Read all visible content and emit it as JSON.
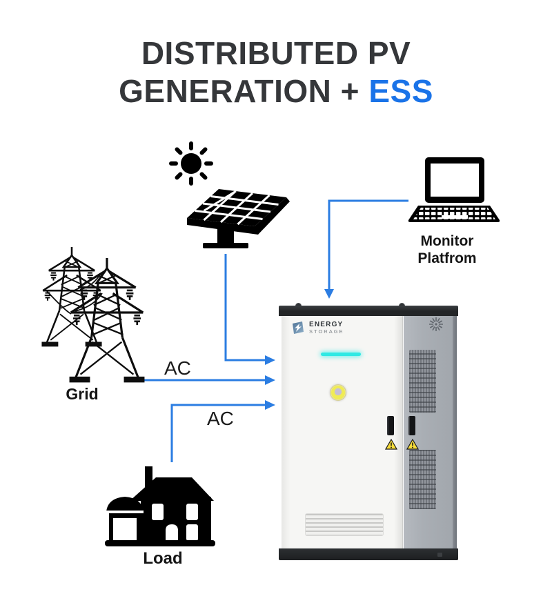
{
  "title": {
    "line1": "DISTRIBUTED PV",
    "line2_prefix": "GENERATION + ",
    "line2_highlight": "ESS"
  },
  "nodes": {
    "pv": {
      "icon": "sun-and-solar-panel-icon"
    },
    "monitor": {
      "icon": "laptop-icon",
      "label_line1": "Monitor",
      "label_line2": "Platfrom"
    },
    "grid": {
      "icon": "transmission-towers-icon",
      "label": "Grid"
    },
    "load": {
      "icon": "house-icon",
      "label": "Load"
    }
  },
  "connections": {
    "pv_to_ess": {
      "label": ""
    },
    "monitor_to_ess": {
      "label": ""
    },
    "grid_to_ess": {
      "label": "AC"
    },
    "load_to_ess": {
      "label": "AC"
    }
  },
  "ess_unit": {
    "brand_line1": "ENERGY",
    "brand_line2": "STORAGE"
  },
  "colors": {
    "accent": "#1a73e8",
    "arrow": "#2b7de2",
    "title": "#35373a",
    "led": "#2fe9e4",
    "warning": "#f7dc3a",
    "cabinet_dark": "#232527",
    "cabinet_gray": "#a9aeb4"
  }
}
